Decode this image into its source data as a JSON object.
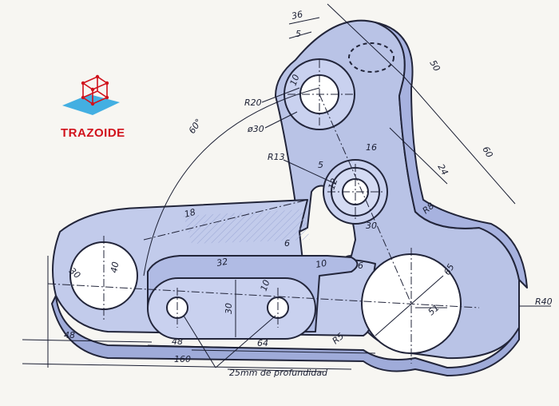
{
  "logo": {
    "text": "TRAZOIDE"
  },
  "colors": {
    "part_fill": "#b9c3e6",
    "line": "#22253a",
    "logo_red": "#d1121c",
    "logo_blue": "#2fa7e0"
  },
  "dimensions": {
    "d36": "36",
    "d5a": "5",
    "d50": "50",
    "d60a": "60",
    "angle60": "60°",
    "r20": "R20",
    "d10a": "10",
    "phi30": "ø30",
    "r13": "R13",
    "d5b": "5",
    "d16": "16",
    "d12": "12",
    "d24": "24",
    "r8": "R8",
    "d30a": "30",
    "d18": "18",
    "d6a": "6",
    "d32": "32",
    "d10b": "10",
    "d6b": "6",
    "d30b": "30",
    "d40": "40",
    "d30c": "30",
    "d10c": "10",
    "d65": "65",
    "d51": "51",
    "r40": "R40",
    "r5": "R5",
    "d48a": "48",
    "d48b": "48",
    "d64": "64",
    "d160": "160",
    "depth_note": "25mm de profundidad"
  }
}
